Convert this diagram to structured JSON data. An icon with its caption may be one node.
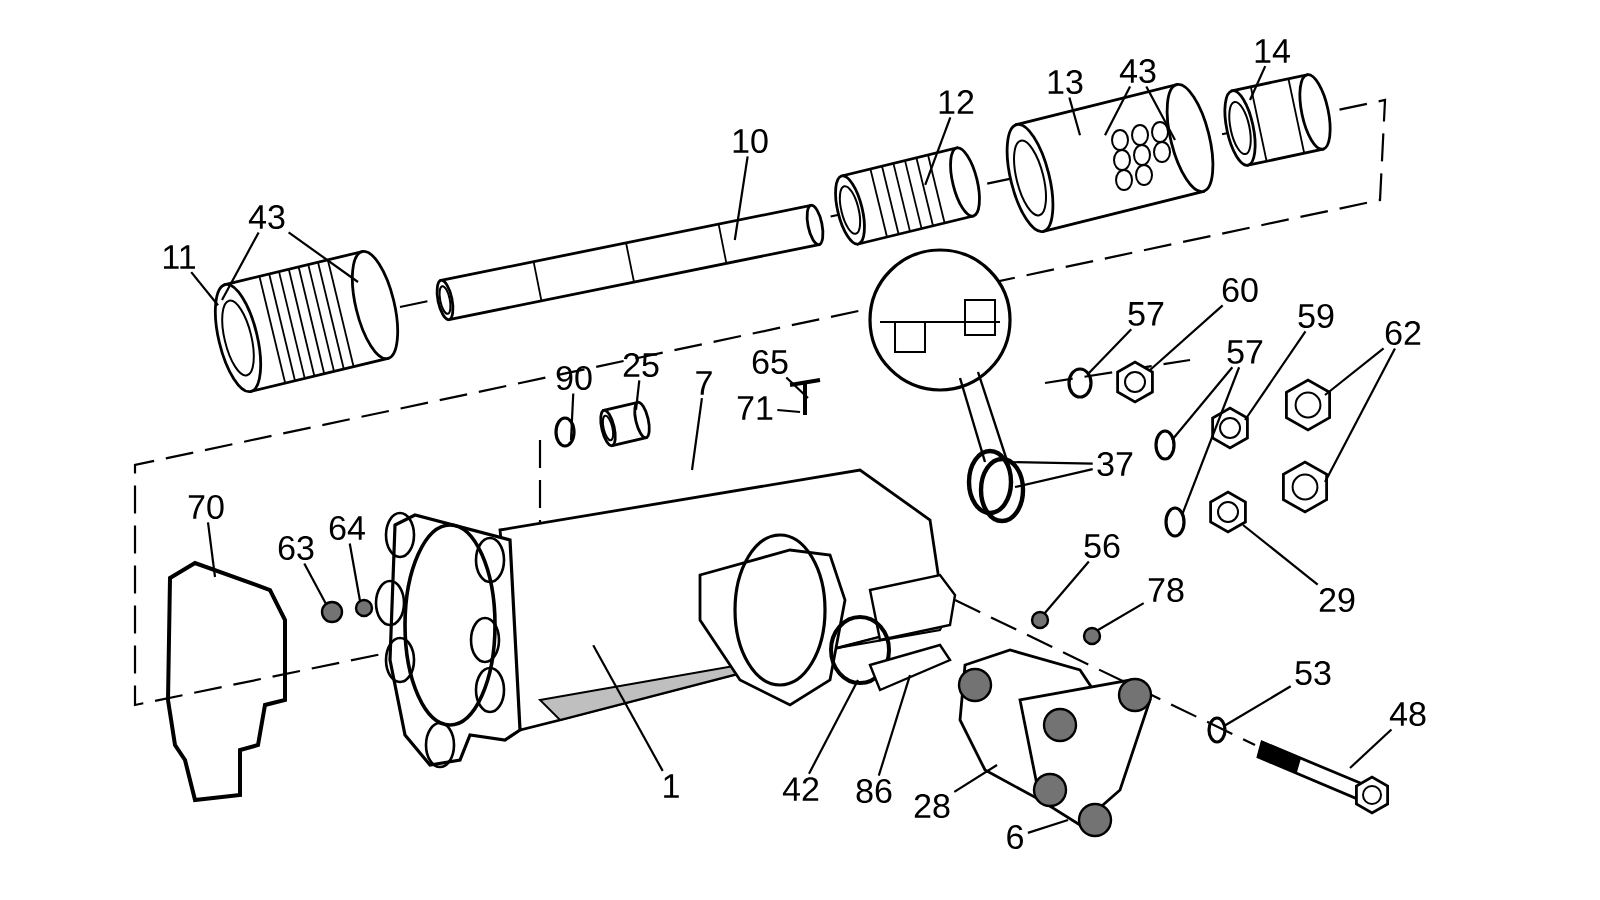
{
  "diagram": {
    "nodes": [
      {
        "text": [
          "11"
        ]
      },
      {
        "text": [
          "43"
        ]
      },
      {
        "text": [
          "10"
        ]
      },
      {
        "text": [
          "12"
        ]
      },
      {
        "text": [
          "13"
        ]
      },
      {
        "text": [
          "43"
        ]
      },
      {
        "text": [
          "14"
        ]
      },
      {
        "text": [
          "57"
        ]
      },
      {
        "text": [
          "60"
        ]
      },
      {
        "text": [
          "57"
        ]
      },
      {
        "text": [
          "59"
        ]
      },
      {
        "text": [
          "62"
        ]
      },
      {
        "text": [
          "90"
        ]
      },
      {
        "text": [
          "25"
        ]
      },
      {
        "text": [
          "7"
        ]
      },
      {
        "text": [
          "65"
        ]
      },
      {
        "text": [
          "71"
        ]
      },
      {
        "text": [
          "37"
        ]
      },
      {
        "text": [
          "70"
        ]
      },
      {
        "text": [
          "63"
        ]
      },
      {
        "text": [
          "64"
        ]
      },
      {
        "text": [
          "56"
        ]
      },
      {
        "text": [
          "78"
        ]
      },
      {
        "text": [
          "29"
        ]
      },
      {
        "text": [
          "53"
        ]
      },
      {
        "text": [
          "48"
        ]
      },
      {
        "text": [
          "1"
        ]
      },
      {
        "text": [
          "42"
        ]
      },
      {
        "text": [
          "86"
        ]
      },
      {
        "text": [
          "28"
        ]
      },
      {
        "text": [
          "6"
        ]
      },
      {
        "text": [],
        "shape": "picture"
      },
      {
        "text": [],
        "shape": "picture"
      },
      {
        "text": [],
        "shape": "picture"
      },
      {
        "text": [],
        "shape": "picture"
      },
      {
        "text": [],
        "shape": "picture"
      },
      {
        "text": [],
        "shape": "circle"
      },
      {
        "text": [],
        "shape": "picture"
      },
      {
        "text": [],
        "shape": "circle"
      },
      {
        "text": [],
        "shape": "circle"
      },
      {
        "text": [],
        "shape": "picture"
      },
      {
        "text": [],
        "shape": "picture"
      },
      {
        "text": [],
        "shape": "picture"
      },
      {
        "text": [],
        "shape": "circle"
      },
      {
        "text": [],
        "shape": "picture"
      },
      {
        "text": [],
        "shape": "picture"
      },
      {
        "text": [],
        "shape": "circle"
      },
      {
        "text": [],
        "shape": "circle"
      },
      {
        "text": [],
        "shape": "picture"
      },
      {
        "text": [],
        "shape": "circle"
      },
      {
        "text": [],
        "shape": "circle"
      },
      {
        "text": [],
        "shape": "picture"
      },
      {
        "text": [],
        "shape": "circle"
      },
      {
        "text": [],
        "shape": "circle"
      },
      {
        "text": [],
        "shape": "picture"
      },
      {
        "text": [],
        "shape": "circle"
      },
      {
        "text": [],
        "shape": "picture"
      },
      {
        "text": [],
        "shape": "circle"
      },
      {
        "text": [],
        "shape": "picture"
      },
      {
        "text": [],
        "shape": "picture"
      }
    ],
    "edges": [
      {
        "from": 0,
        "to": 31,
        "arrow": "none"
      },
      {
        "from": 1,
        "to": 31,
        "arrow": "none"
      },
      {
        "from": 1,
        "to": 31,
        "arrow": "none"
      },
      {
        "from": 2,
        "to": 32,
        "arrow": "none"
      },
      {
        "from": 3,
        "to": 33,
        "arrow": "none"
      },
      {
        "from": 4,
        "to": 34,
        "arrow": "none"
      },
      {
        "from": 5,
        "to": 34,
        "arrow": "none"
      },
      {
        "from": 5,
        "to": 34,
        "arrow": "none"
      },
      {
        "from": 6,
        "to": 35,
        "arrow": "none"
      },
      {
        "from": 7,
        "to": 36,
        "arrow": "none"
      },
      {
        "from": 8,
        "to": 37,
        "arrow": "none"
      },
      {
        "from": 9,
        "to": 38,
        "arrow": "none"
      },
      {
        "from": 9,
        "to": 39,
        "arrow": "none"
      },
      {
        "from": 10,
        "to": 40,
        "arrow": "none"
      },
      {
        "from": 11,
        "to": 41,
        "arrow": "none"
      },
      {
        "from": 11,
        "to": 42,
        "arrow": "none"
      },
      {
        "from": 12,
        "to": 43,
        "arrow": "none"
      },
      {
        "from": 13,
        "to": 44,
        "arrow": "none"
      },
      {
        "from": 14,
        "to": 51,
        "arrow": "none"
      },
      {
        "from": 15,
        "to": 45,
        "arrow": "none"
      },
      {
        "from": 16,
        "to": 45,
        "arrow": "none"
      },
      {
        "from": 17,
        "to": 46,
        "arrow": "none"
      },
      {
        "from": 17,
        "to": 47,
        "arrow": "none"
      },
      {
        "from": 18,
        "to": 48,
        "arrow": "none"
      },
      {
        "from": 19,
        "to": 49,
        "arrow": "none"
      },
      {
        "from": 20,
        "to": 50,
        "arrow": "none"
      },
      {
        "from": 21,
        "to": 52,
        "arrow": "none"
      },
      {
        "from": 22,
        "to": 53,
        "arrow": "none"
      },
      {
        "from": 23,
        "to": 54,
        "arrow": "none"
      },
      {
        "from": 24,
        "to": 55,
        "arrow": "none"
      },
      {
        "from": 25,
        "to": 56,
        "arrow": "none"
      },
      {
        "from": 26,
        "to": 51,
        "arrow": "none"
      },
      {
        "from": 27,
        "to": 57,
        "arrow": "none"
      },
      {
        "from": 28,
        "to": 58,
        "arrow": "none"
      },
      {
        "from": 29,
        "to": 59,
        "arrow": "none"
      },
      {
        "from": 30,
        "to": 59,
        "arrow": "none"
      }
    ]
  }
}
